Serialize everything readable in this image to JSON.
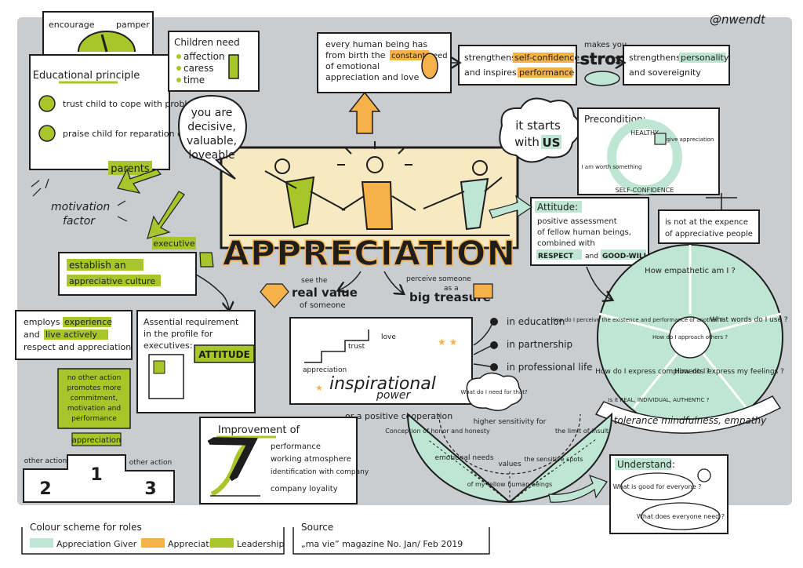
{
  "author": "@nwendt",
  "colors": {
    "background": "#c9cdd0",
    "giver": "#bfe6d4",
    "giver_dark": "#7cc4a4",
    "appreciative": "#f6b24a",
    "leadership": "#a8c52a",
    "stage": "#f7e9c2",
    "ink": "#1e1e1e"
  },
  "title": "APPRECIATION",
  "gauge": {
    "left": "encourage",
    "right": "pamper"
  },
  "principle": {
    "heading": "Educational principle",
    "item1": "trust child to cope with problem",
    "item2": "praise child for reparation of mistakes"
  },
  "children": {
    "heading": "Children need",
    "items": [
      "affection",
      "caress",
      "time"
    ]
  },
  "human": {
    "line1": "every human being has",
    "line2": "from birth the",
    "highlight": "constant need",
    "line3": "of emotional",
    "line4": "appreciation and love"
  },
  "confidence": {
    "line1_a": "strengthens",
    "line1_b": "self-confidence",
    "line2_a": "and inspires",
    "line2_b": "performance"
  },
  "strong": {
    "top": "makes you",
    "word": "strong"
  },
  "personality": {
    "line1_a": "strengthens",
    "line1_b": "personality",
    "line2": "and sovereignity"
  },
  "you_are": {
    "line1": "you are",
    "line2": "decisive,",
    "line3": "valuable,",
    "line4": "loveable"
  },
  "starts": {
    "line1": "it starts",
    "line2": "with",
    "us": "US"
  },
  "precondition": {
    "heading": "Precondition:",
    "ring_top": "HEALTHY",
    "ring_bottom": "SELF-CONFIDENCE",
    "left": "I am worth something",
    "right": "give appreciation"
  },
  "expence": {
    "line1": "is not at the expence",
    "line2": "of appreciative people"
  },
  "attitude": {
    "heading": "Attitude:",
    "line1": "positive assessment",
    "line2": "of fellow human beings,",
    "line3": "combined with",
    "respect": "RESPECT",
    "and": "and",
    "goodwill": "GOOD-WILL"
  },
  "parents": "parents",
  "executive": "executive",
  "motivation": {
    "line1": "motivation",
    "line2": "factor"
  },
  "culture": {
    "line1": "establish an",
    "line2": "appreciative culture"
  },
  "real_value": {
    "top": "see the",
    "big": "real value",
    "bottom": "of someone"
  },
  "treasure": {
    "top": "perceive someone",
    "mid": "as a",
    "big": "big treasure"
  },
  "employs": {
    "line1_a": "employs",
    "line1_b": "experience",
    "line2_a": "and",
    "line2_b": "live actively",
    "line3": "respect and appreciation"
  },
  "requirement": {
    "line1": "Assential requirement",
    "line2": "in the profile for",
    "line3": "executives:",
    "badge": "ATTITUDE"
  },
  "inspirational": {
    "steps": [
      "appreciation",
      "trust",
      "love"
    ],
    "line1": "inspirational",
    "line2": "power",
    "bottom": "or a positive cooperation"
  },
  "contexts": [
    "in education",
    "in partnership",
    "in professional life"
  ],
  "podium": {
    "statement": [
      "no other action",
      "promotes more",
      "commitment,",
      "motivation and",
      "performance"
    ],
    "label": "appreciation",
    "left_label": "other action",
    "right_label": "other action",
    "places": [
      "2",
      "1",
      "3"
    ]
  },
  "improvement": {
    "heading": "Improvement of",
    "items": [
      "performance",
      "working atmosphere",
      "identification with company",
      "company loyality"
    ]
  },
  "wheel": {
    "center": "How do I approach others ?",
    "segments": [
      "How empathetic am I ?",
      "What words do I use ?",
      "How do I express my feelings ?",
      "How do I express compliments ?",
      "How do I perceive the existence and performance of another ?"
    ],
    "note": "Is it REAL, INDIVIDUAL, AUTHENTIC ?",
    "banner": "tolerance mindfulness, empathy"
  },
  "fan": {
    "cloud": "What do I need for that?",
    "arc": "higher sensitivity for",
    "bottom": "of my fellow human beings",
    "segments": [
      "Conception of honor and honesty",
      "emotional needs",
      "values",
      "the sensitive spots",
      "the limit of insult"
    ]
  },
  "understand": {
    "heading": "Understand:",
    "q1": "What is good for everyone ?",
    "q2": "What does everyone need ?"
  },
  "legend": {
    "title": "Colour scheme for roles",
    "items": [
      {
        "label": "Appreciation Giver",
        "color": "#bfe6d4"
      },
      {
        "label": "Appreciative",
        "color": "#f6b24a"
      },
      {
        "label": "Leadership",
        "color": "#a8c52a"
      }
    ]
  },
  "source": {
    "title": "Source",
    "line": "„ma vie” magazine  No. Jan/ Feb 2019"
  }
}
